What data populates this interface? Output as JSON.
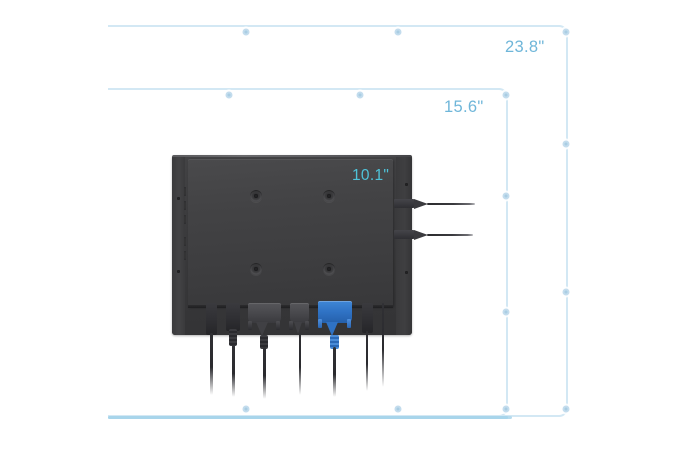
{
  "page": {
    "title": "Display size comparison diagram",
    "background_color": "#ffffff"
  },
  "colors": {
    "outline_blue": "#d3e8f4",
    "baseline_blue": "#a8d5eb",
    "dot_blue": "#c3dced",
    "label_blue": "#6fb6d9",
    "label_cyan": "#4fc3d9",
    "chassis_dark": "#3d3d3f",
    "vga_blue": "#2f72c4"
  },
  "size_outlines": [
    {
      "id": "box-238",
      "label": "23.8\"",
      "label_name": "size-label-23-8",
      "marker_count": 8
    },
    {
      "id": "box-156",
      "label": "15.6\"",
      "label_name": "size-label-15-6",
      "marker_count": 7
    }
  ],
  "device": {
    "name": "industrial-monitor-rear",
    "size_label": "10.1\"",
    "vesa_hole_count": 4,
    "side_cable_count": 2,
    "connectors": [
      {
        "name": "power-connector",
        "type": "barrel"
      },
      {
        "name": "dvi-connector",
        "type": "d-sub"
      },
      {
        "name": "serial-connector",
        "type": "d-sub"
      },
      {
        "name": "vga-connector",
        "type": "vga"
      },
      {
        "name": "audio-connector",
        "type": "jack"
      }
    ]
  }
}
